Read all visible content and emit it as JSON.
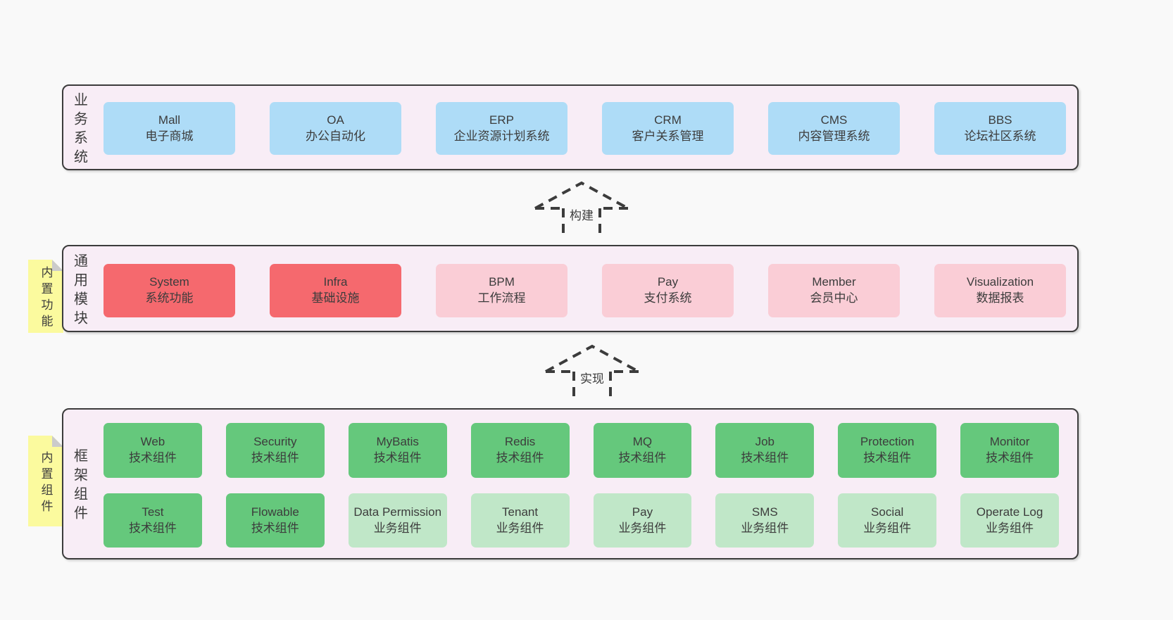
{
  "colors": {
    "page_bg": "#f9f9f9",
    "layer_bg": "#f8edf6",
    "layer_border": "#3c3c3c",
    "blue": "#aedcf7",
    "red": "#f5696e",
    "pink": "#facdd6",
    "green": "#65c87c",
    "light_green": "#c0e7c8",
    "yellow": "#fbfa9e",
    "text": "#3c3c3c"
  },
  "arrows": {
    "build": {
      "label": "构建"
    },
    "implement": {
      "label": "实现"
    }
  },
  "layers": {
    "business": {
      "label": "业务系统",
      "boxes": [
        {
          "name": "Mall",
          "desc": "电子商城"
        },
        {
          "name": "OA",
          "desc": "办公自动化"
        },
        {
          "name": "ERP",
          "desc": "企业资源计划系统"
        },
        {
          "name": "CRM",
          "desc": "客户关系管理"
        },
        {
          "name": "CMS",
          "desc": "内容管理系统"
        },
        {
          "name": "BBS",
          "desc": "论坛社区系统"
        }
      ]
    },
    "modules": {
      "label": "通用模块",
      "note": "内置功能",
      "boxes": [
        {
          "name": "System",
          "desc": "系统功能"
        },
        {
          "name": "Infra",
          "desc": "基础设施"
        },
        {
          "name": "BPM",
          "desc": "工作流程"
        },
        {
          "name": "Pay",
          "desc": "支付系统"
        },
        {
          "name": "Member",
          "desc": "会员中心"
        },
        {
          "name": "Visualization",
          "desc": "数据报表"
        }
      ]
    },
    "components": {
      "label": "框架组件",
      "note": "内置组件",
      "row1": [
        {
          "name": "Web",
          "desc": "技术组件"
        },
        {
          "name": "Security",
          "desc": "技术组件"
        },
        {
          "name": "MyBatis",
          "desc": "技术组件"
        },
        {
          "name": "Redis",
          "desc": "技术组件"
        },
        {
          "name": "MQ",
          "desc": "技术组件"
        },
        {
          "name": "Job",
          "desc": "技术组件"
        },
        {
          "name": "Protection",
          "desc": "技术组件"
        },
        {
          "name": "Monitor",
          "desc": "技术组件"
        }
      ],
      "row2": [
        {
          "name": "Test",
          "desc": "技术组件"
        },
        {
          "name": "Flowable",
          "desc": "技术组件"
        },
        {
          "name": "Data Permission",
          "desc": "业务组件"
        },
        {
          "name": "Tenant",
          "desc": "业务组件"
        },
        {
          "name": "Pay",
          "desc": "业务组件"
        },
        {
          "name": "SMS",
          "desc": "业务组件"
        },
        {
          "name": "Social",
          "desc": "业务组件"
        },
        {
          "name": "Operate Log",
          "desc": "业务组件"
        }
      ]
    }
  }
}
